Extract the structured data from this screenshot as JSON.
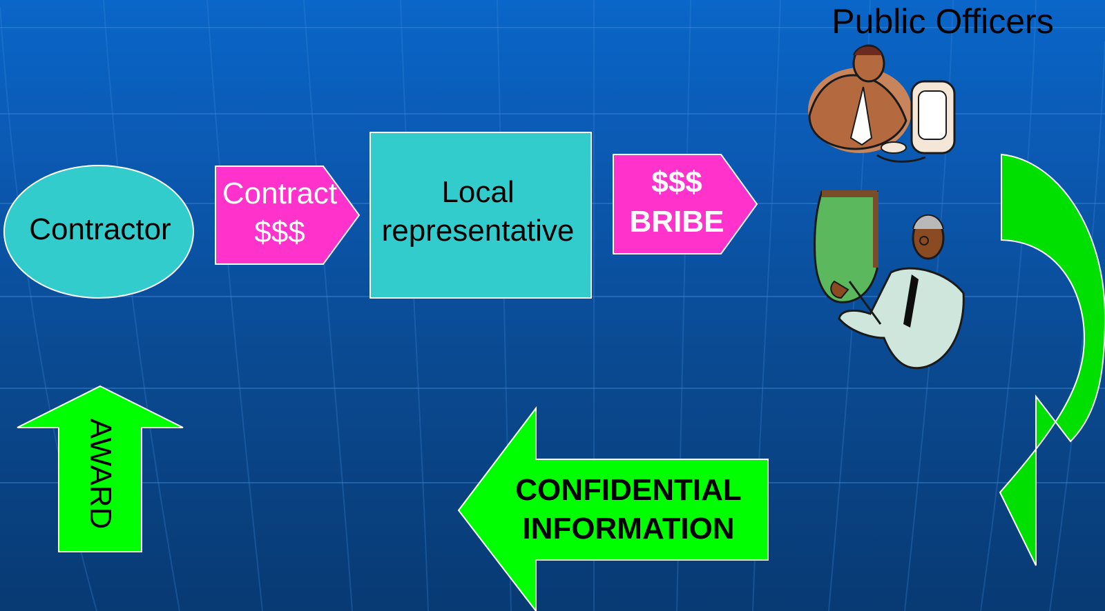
{
  "title": "Public Officers",
  "nodes": {
    "contractor": "Contractor",
    "contract_line1": "Contract",
    "contract_line2": "$$$",
    "local_line1": "Local",
    "local_line2": "representative",
    "bribe_line1": "$$$",
    "bribe_line2": "BRIBE",
    "award": "AWARD",
    "confidential_line1": "CONFIDENTIAL",
    "confidential_line2": "INFORMATION"
  },
  "icons": {
    "officer_computer": "officer-at-computer-icon",
    "officer_presenting": "officer-presenting-icon"
  },
  "colors": {
    "cyan_shape": "#33cccc",
    "magenta_arrow": "#ff33cc",
    "green_arrow": "#00ff00",
    "green_curved_arrow": "#00e000",
    "background_top": "#0a66c8",
    "background_bottom": "#083a73"
  }
}
